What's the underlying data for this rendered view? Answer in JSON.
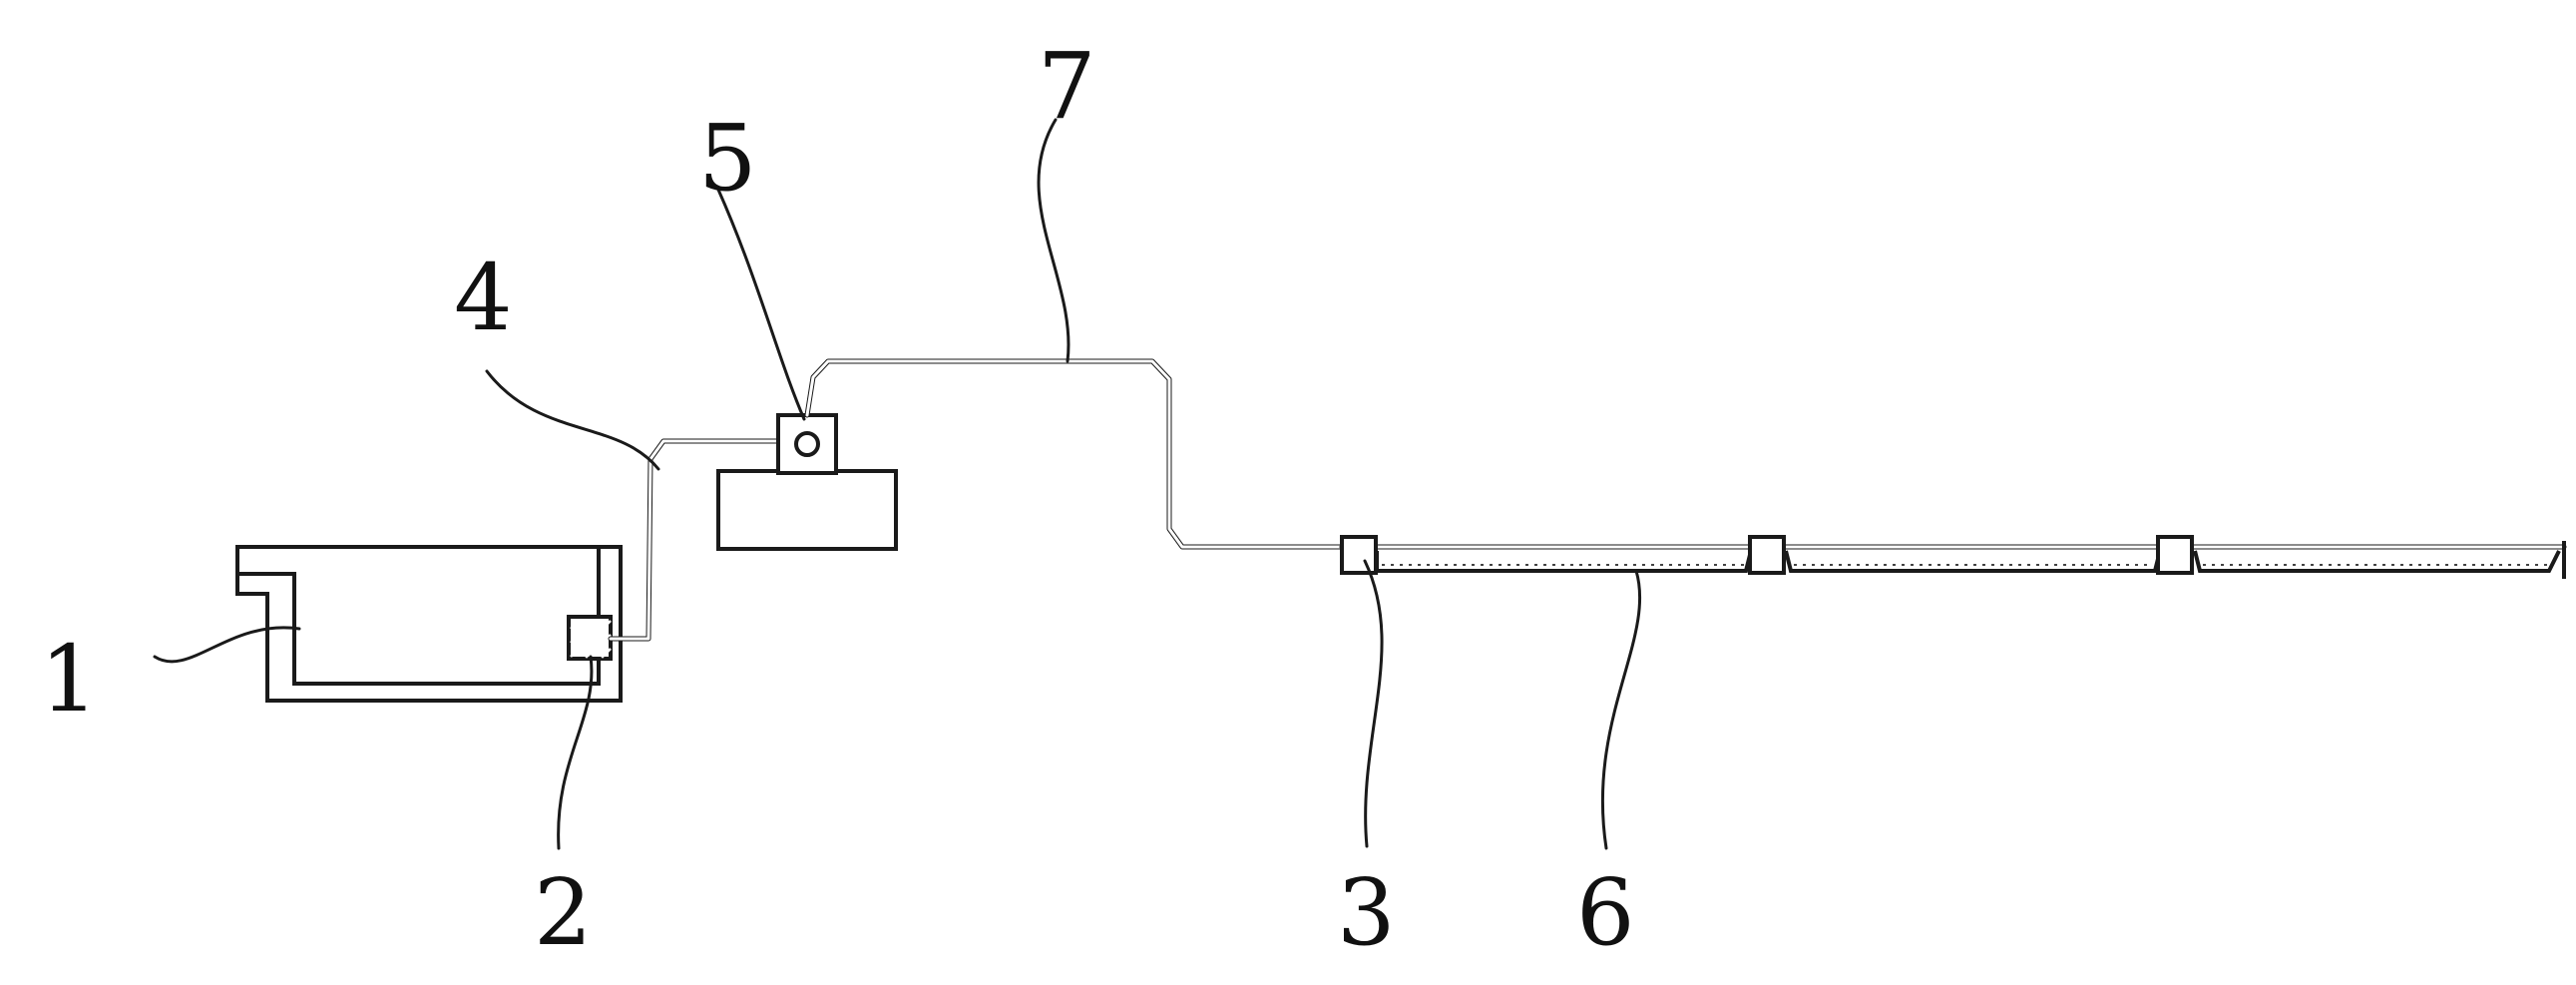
{
  "diagram": {
    "labels": {
      "l1": "1",
      "l2": "2",
      "l3": "3",
      "l4": "4",
      "l5": "5",
      "l6": "6",
      "l7": "7"
    }
  }
}
